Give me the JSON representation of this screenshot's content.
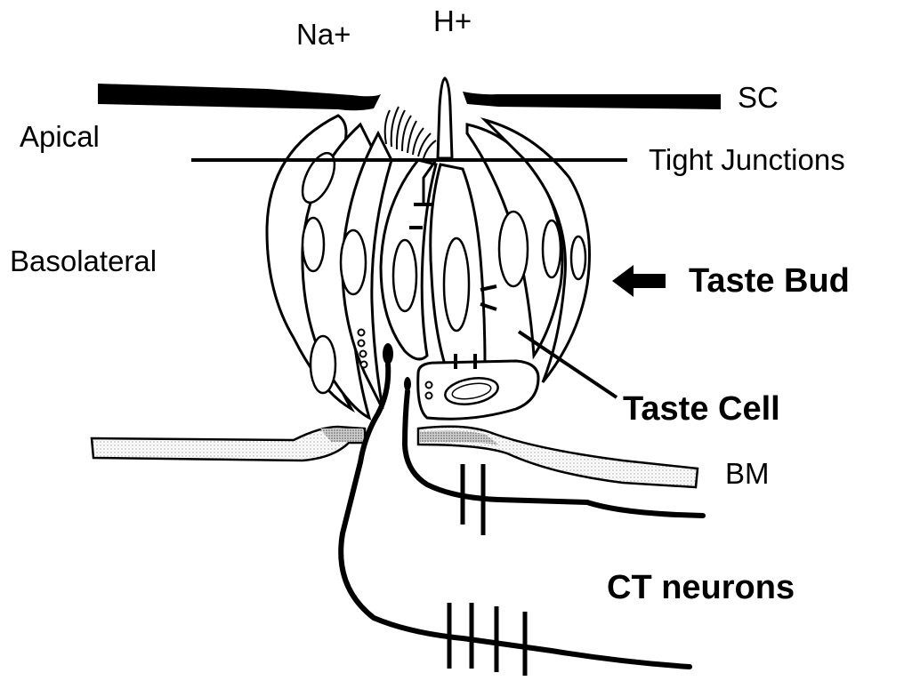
{
  "labels": {
    "na": "Na+",
    "h": "H+",
    "sc": "SC",
    "apical": "Apical",
    "tight_junctions": "Tight Junctions",
    "basolateral": "Basolateral",
    "taste_bud": "Taste Bud",
    "taste_cell": "Taste Cell",
    "bm": "BM",
    "ct_neurons": "CT neurons"
  },
  "colors": {
    "ink": "#000000",
    "background": "#ffffff",
    "membrane_fill": "#f2f2f2"
  }
}
